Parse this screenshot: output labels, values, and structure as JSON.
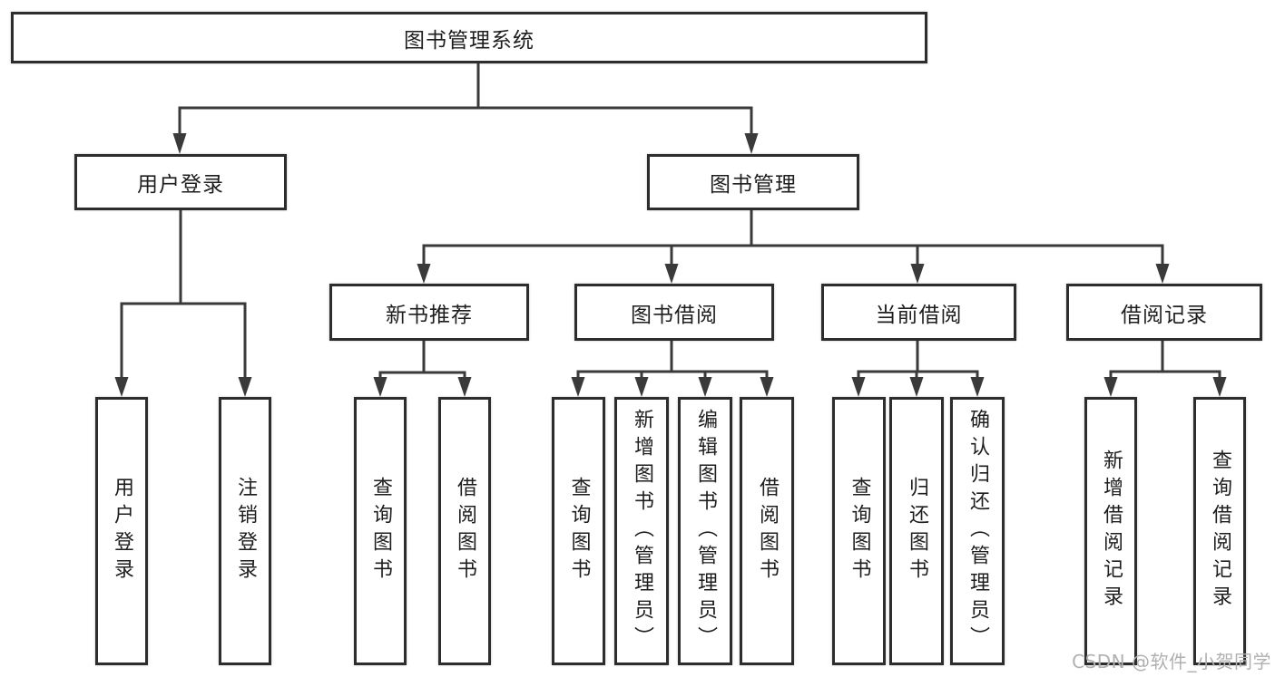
{
  "diagram": {
    "root": "图书管理系统",
    "branches": {
      "user_login": "用户登录",
      "book_mgmt": "图书管理"
    },
    "modules": [
      "新书推荐",
      "图书借阅",
      "当前借阅",
      "借阅记录"
    ],
    "leaves": {
      "user_login": [
        "用户登录",
        "注销登录"
      ],
      "new_books": [
        "查询图书",
        "借阅图书"
      ],
      "book_borrow": [
        "查询图书",
        "新增图书（管理员）",
        "编辑图书（管理员）",
        "借阅图书"
      ],
      "current_borrow": [
        "查询图书",
        "归还图书",
        "确认归还（管理员）"
      ],
      "borrow_records": [
        "新增借阅记录",
        "查询借阅记录"
      ]
    }
  },
  "watermark": "CSDN @软件_小贺同学",
  "colors": {
    "line": "#3a3a3a",
    "border": "#2d2d2d",
    "text": "#1e1e1e",
    "watermark": "#b0b0b0",
    "background": "#ffffff"
  }
}
